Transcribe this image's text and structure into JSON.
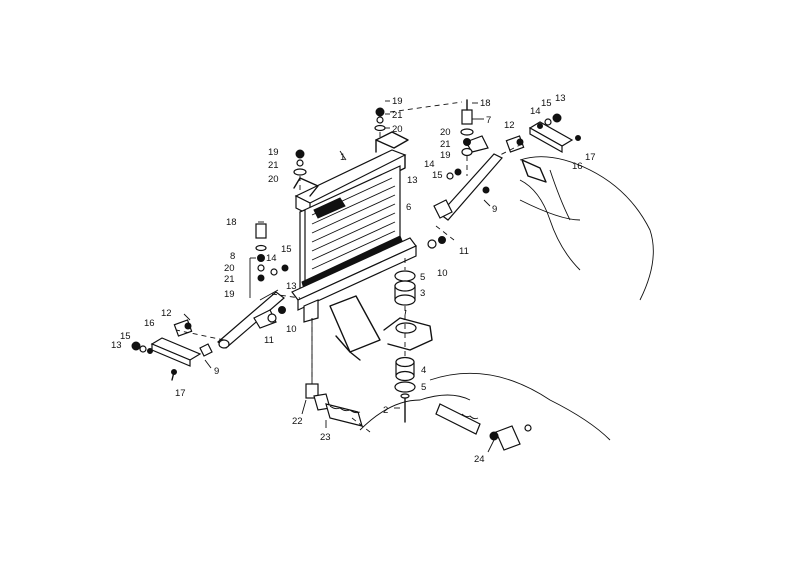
{
  "callouts": [
    {
      "id": "c19a",
      "text": "19"
    },
    {
      "id": "c21a",
      "text": "21"
    },
    {
      "id": "c20a",
      "text": "20"
    },
    {
      "id": "c18a",
      "text": "18"
    },
    {
      "id": "c7",
      "text": "7"
    },
    {
      "id": "c20b",
      "text": "20"
    },
    {
      "id": "c21b",
      "text": "21"
    },
    {
      "id": "c19b",
      "text": "19"
    },
    {
      "id": "c12a",
      "text": "12"
    },
    {
      "id": "c14a",
      "text": "14"
    },
    {
      "id": "c15a",
      "text": "15"
    },
    {
      "id": "c13a",
      "text": "13"
    },
    {
      "id": "c17a",
      "text": "17"
    },
    {
      "id": "c16a",
      "text": "16"
    },
    {
      "id": "c1",
      "text": "1"
    },
    {
      "id": "c19c",
      "text": "19"
    },
    {
      "id": "c21c",
      "text": "21"
    },
    {
      "id": "c20c",
      "text": "20"
    },
    {
      "id": "c14b",
      "text": "14"
    },
    {
      "id": "c15b",
      "text": "15"
    },
    {
      "id": "c13b",
      "text": "13"
    },
    {
      "id": "c6",
      "text": "6"
    },
    {
      "id": "c9a",
      "text": "9"
    },
    {
      "id": "c18b",
      "text": "18"
    },
    {
      "id": "c8",
      "text": "8"
    },
    {
      "id": "c20d",
      "text": "20"
    },
    {
      "id": "c21d",
      "text": "21"
    },
    {
      "id": "c19d",
      "text": "19"
    },
    {
      "id": "c15c",
      "text": "15"
    },
    {
      "id": "c14c",
      "text": "14"
    },
    {
      "id": "c13c",
      "text": "13"
    },
    {
      "id": "c11a",
      "text": "11"
    },
    {
      "id": "c10a",
      "text": "10"
    },
    {
      "id": "c5a",
      "text": "5"
    },
    {
      "id": "c3",
      "text": "3"
    },
    {
      "id": "c12b",
      "text": "12"
    },
    {
      "id": "c16b",
      "text": "16"
    },
    {
      "id": "c15d",
      "text": "15"
    },
    {
      "id": "c13d",
      "text": "13"
    },
    {
      "id": "c9b",
      "text": "9"
    },
    {
      "id": "c17b",
      "text": "17"
    },
    {
      "id": "c11b",
      "text": "11"
    },
    {
      "id": "c10b",
      "text": "10"
    },
    {
      "id": "c4",
      "text": "4"
    },
    {
      "id": "c5b",
      "text": "5"
    },
    {
      "id": "c2",
      "text": "2"
    },
    {
      "id": "c22",
      "text": "22"
    },
    {
      "id": "c23",
      "text": "23"
    },
    {
      "id": "c24",
      "text": "24"
    }
  ]
}
